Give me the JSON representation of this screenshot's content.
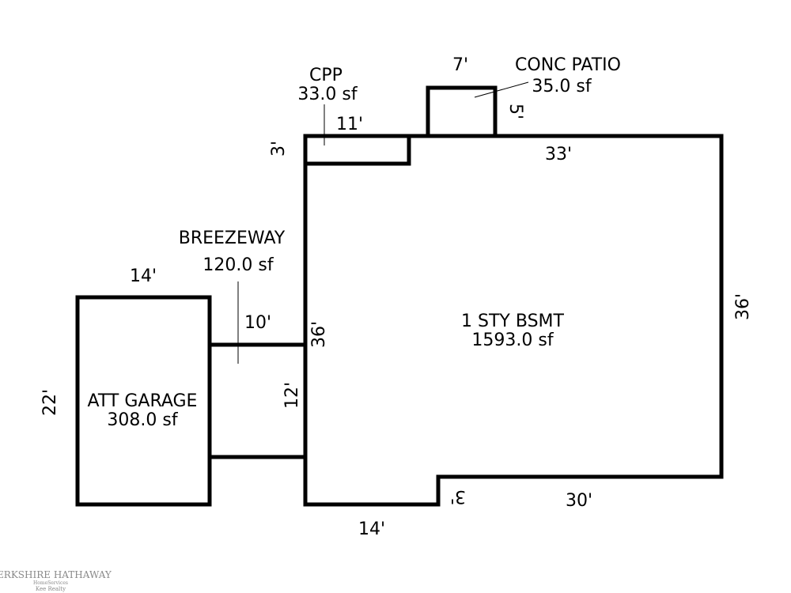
{
  "colors": {
    "outline": "#000000",
    "background": "#ffffff",
    "watermark": "#8a8a8a"
  },
  "areas": {
    "main": {
      "name": "1 STY BSMT",
      "area": "1593.0 sf"
    },
    "garage": {
      "name": "ATT GARAGE",
      "area": "308.0 sf"
    },
    "breezeway": {
      "name": "BREEZEWAY",
      "area": "120.0 sf"
    },
    "cpp": {
      "name": "CPP",
      "area": "33.0 sf"
    },
    "patio": {
      "name": "CONC PATIO",
      "area": "35.0 sf"
    }
  },
  "dimensions": {
    "main_top": "33'",
    "main_right": "36'",
    "main_bottom_right": "30'",
    "main_step": "3'",
    "main_bottom_left": "14'",
    "main_left": "36'",
    "garage_top": "14'",
    "garage_left": "22'",
    "breezeway_top": "10'",
    "breezeway_right": "12'",
    "cpp_top": "11'",
    "cpp_left": "3'",
    "patio_top": "7'",
    "patio_right": "5'"
  },
  "watermark": {
    "line1": "BERKSHIRE HATHAWAY",
    "line2": "HomeServices",
    "line3": "Kee Realty"
  }
}
